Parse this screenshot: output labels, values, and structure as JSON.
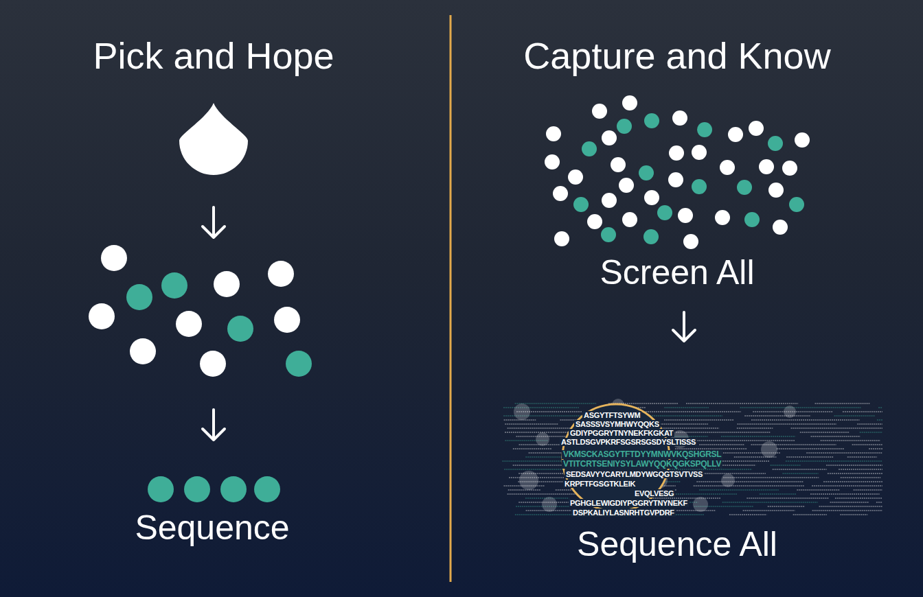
{
  "diagram": {
    "labels": [
      "Pick and Hope",
      "Sequence",
      "Capture and Know",
      "Screen All",
      "Sequence All",
      "ASGYTFTSYWM",
      "SASSSVSYMHWYQQKS",
      "GDIYPGGRYTNYNEKFKGKAT",
      "ASTLDSGVPKRFSGSRSGSDYSLTISSS",
      "VKMSCKASGYTFTDYYMNWVKQSHGRSL",
      "VTITCRTSENIYSYLAWYQQKQGKSPQLLV",
      "SEDSAVYYCARYLMDYWGQGTSVTVSS",
      "KRPFTFGSGTKLEIK",
      "EVQLVESG",
      "PGHGLEWIGDIYPGGRYTNYNEKF",
      "DSPKALIYLASNRHTGVPDRF"
    ]
  }
}
